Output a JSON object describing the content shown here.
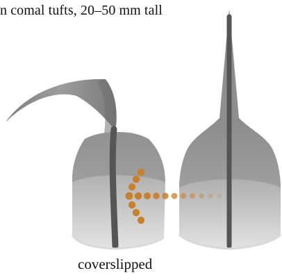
{
  "caption_top": "n comal tufts, 20–50 mm tall",
  "caption_bottom": "coverslipped",
  "colors": {
    "body_light": "#c8c8c8",
    "body_mid": "#a6a6a6",
    "body_dark": "#8d8d8d",
    "midrib": "#5e5e5e",
    "arrow_dot": "#c9802a"
  },
  "icons": [
    "curved-beak-achene",
    "straight-beak-achene",
    "dotted-arrow"
  ]
}
